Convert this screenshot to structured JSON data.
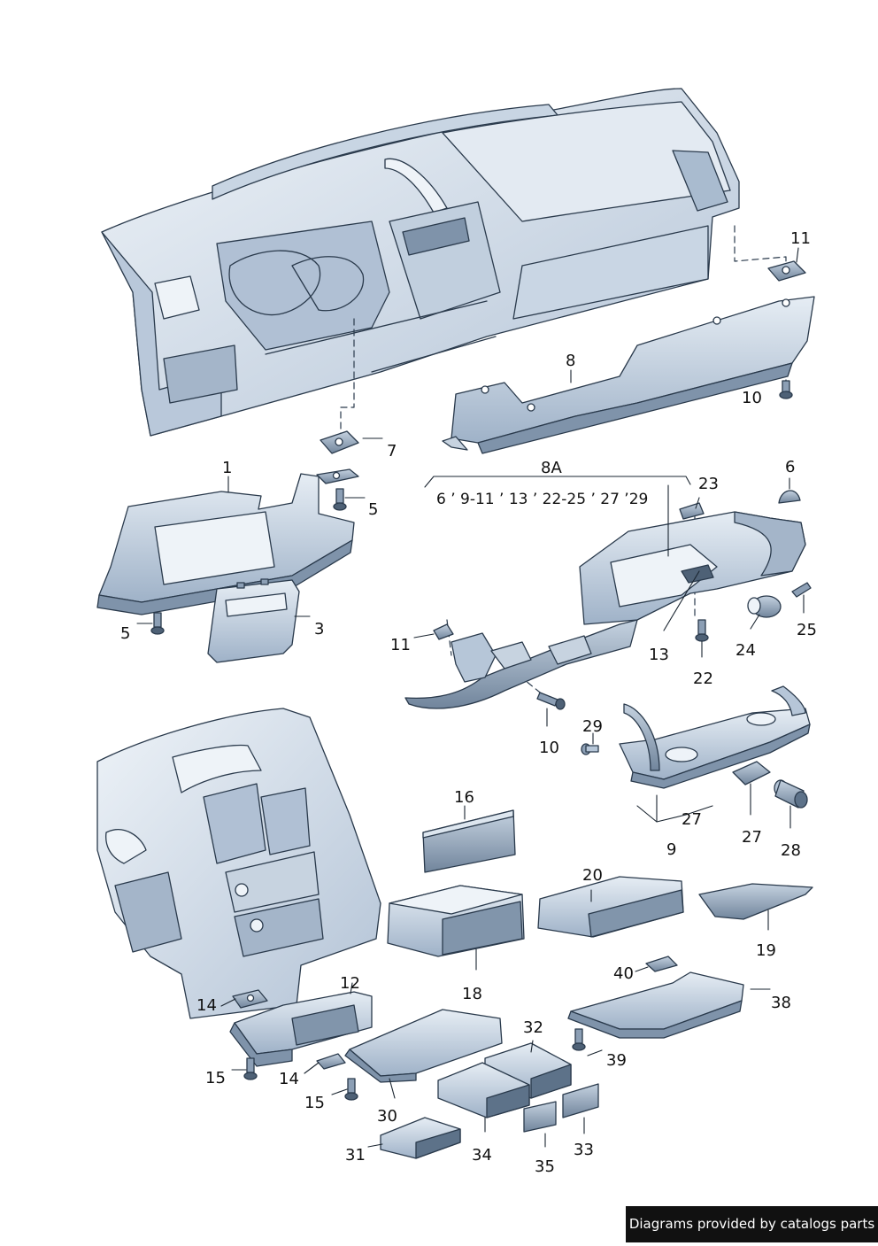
{
  "labels": {
    "p1": "1",
    "p3": "3",
    "p5a": "5",
    "p5b": "5",
    "p6": "6",
    "p7": "7",
    "p8": "8",
    "p8a": "8A",
    "p9": "9",
    "p10a": "10",
    "p10b": "10",
    "p11a": "11",
    "p11b": "11",
    "p12": "12",
    "p13": "13",
    "p14a": "14",
    "p14b": "14",
    "p15a": "15",
    "p15b": "15",
    "p16": "16",
    "p18": "18",
    "p19": "19",
    "p20": "20",
    "p22": "22",
    "p23": "23",
    "p24": "24",
    "p25": "25",
    "p27a": "27",
    "p27b": "27",
    "p28": "28",
    "p29": "29",
    "p30": "30",
    "p31": "31",
    "p32": "32",
    "p33": "33",
    "p34": "34",
    "p35": "35",
    "p38": "38",
    "p39": "39",
    "p40": "40"
  },
  "group_8a": "6 ’ 9-11  ’ 13 ’ 22-25    ’ 27 ’29",
  "credit": "Diagrams provided by catalogs parts",
  "colors": {
    "part_fill": "#dde6ef",
    "part_shade": "#b6c6d8",
    "part_dark": "#5d7289",
    "line": "#2a3a4c"
  }
}
